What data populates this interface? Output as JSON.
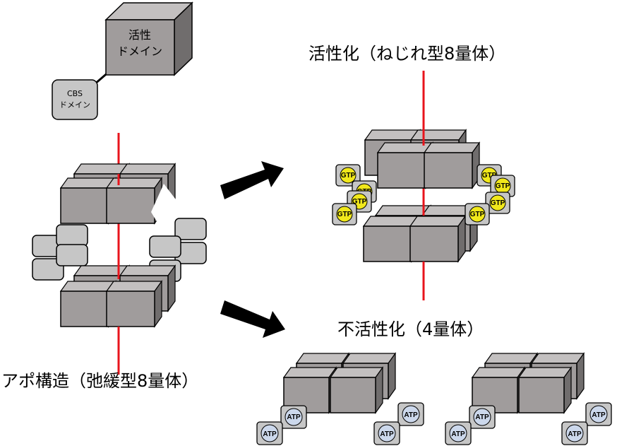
{
  "labels": {
    "active_domain": [
      "活性",
      "ドメイン"
    ],
    "cbs_domain": [
      "CBS",
      "ドメイン"
    ],
    "active": "活性化（ねじれ型8量体）",
    "inactive": "不活性化（4量体）",
    "apo": "アポ構造（弛緩型8量体）"
  },
  "nucleotides": {
    "active": "GTP",
    "inactive": "ATP"
  },
  "colors": {
    "cube_front": "#a09c9c",
    "cube_top": "#c3c0c0",
    "cube_side": "#706d6d",
    "cbs_fill": "#c6c6c6",
    "axis": "#e8141c",
    "gtp": "#f1e81b",
    "atp": "#ccd8ec",
    "arrow": "#000000"
  }
}
